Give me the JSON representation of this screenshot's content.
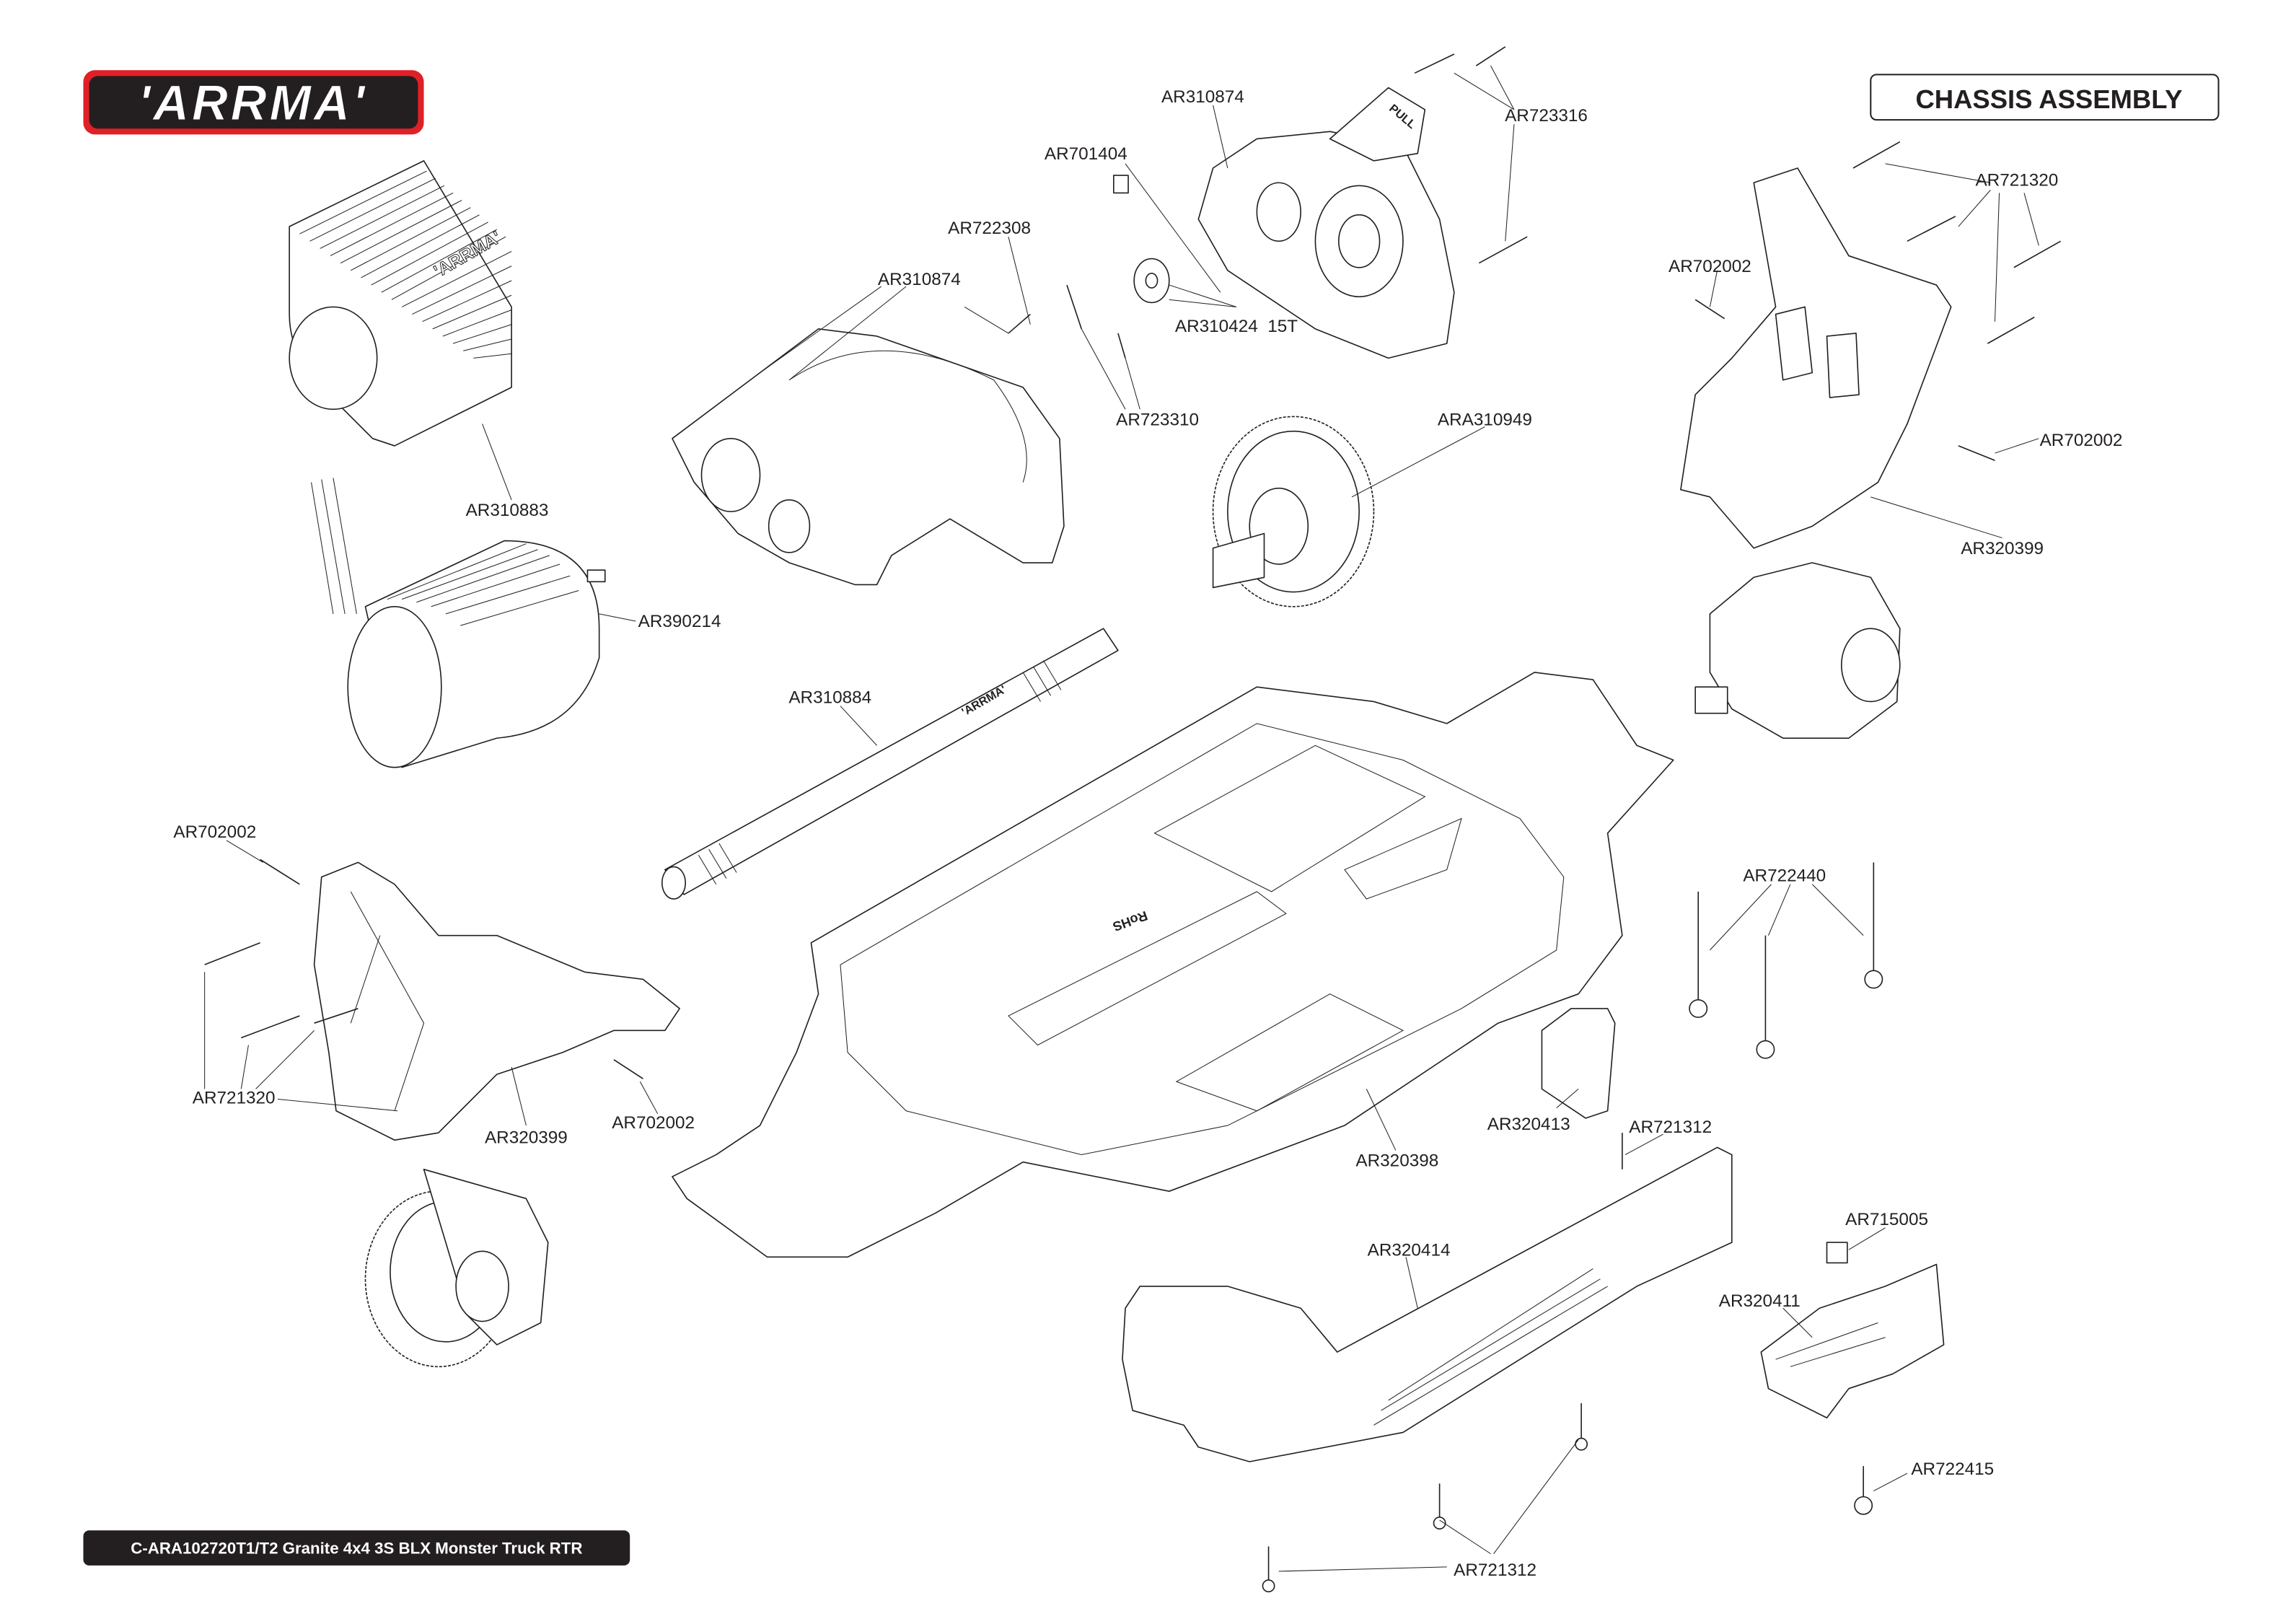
{
  "header": {
    "brand_logo": "ARRMA",
    "section_title": "CHASSIS ASSEMBLY"
  },
  "footer": {
    "model": "C-ARA102720T1/T2 Granite 4x4 3S BLX Monster Truck RTR"
  },
  "colors": {
    "logo_red": "#e02027",
    "ink": "#231f20",
    "footer_bg": "#231f20"
  },
  "parts": {
    "gear_cover": "AR310874",
    "gear_cover_screws": "AR723316",
    "set_screw": "AR701404",
    "plate_screw": "AR722308",
    "motor_plate": "AR310874",
    "pinion": "AR310424  15T",
    "motor_screws": "AR723310",
    "spur_gear": "ARA310949",
    "front_bulkhead_screws": "AR721320",
    "front_screw_a": "AR702002",
    "front_screw_b": "AR702002",
    "front_bulkhead": "AR320399",
    "heatsink": "AR310883",
    "motor": "AR390214",
    "center_shaft": "AR310884",
    "rear_screw_a": "AR702002",
    "rear_bulkhead_screws": "AR721320",
    "rear_bulkhead": "AR320399",
    "rear_screw_b": "AR702002",
    "posts": "AR722440",
    "mount": "AR320413",
    "mount_screw": "AR721312",
    "chassis": "AR320398",
    "battery_cover": "AR320414",
    "nut": "AR715005",
    "bumper_mount": "AR320411",
    "bumper_screw": "AR722415",
    "cover_screws": "AR721312"
  }
}
